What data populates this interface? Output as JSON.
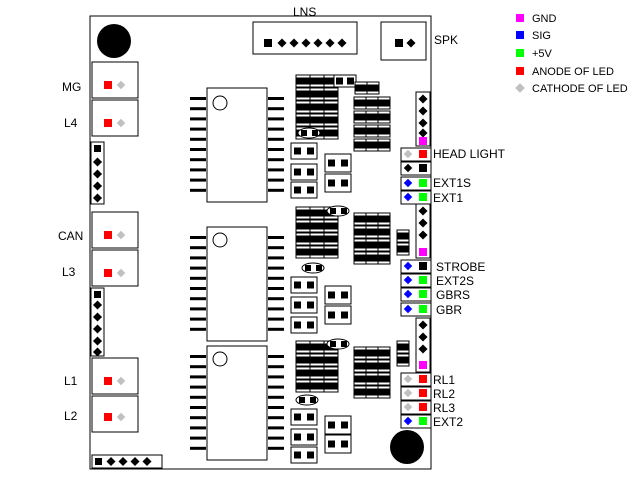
{
  "top_labels": {
    "lns": "LNS",
    "spk": "SPK"
  },
  "left_labels": [
    "MG",
    "L4",
    "CAN",
    "L3",
    "L1",
    "L2"
  ],
  "right_labels": [
    "HEAD LIGHT",
    "EXT1S",
    "EXT1",
    "STROBE",
    "EXT2S",
    "GBRS",
    "GBR",
    "RL1",
    "RL2",
    "RL3",
    "EXT2"
  ],
  "legend": [
    {
      "label": "GND",
      "color": "#ff00ff",
      "shape": "square"
    },
    {
      "label": "SIG",
      "color": "#0000ff",
      "shape": "square"
    },
    {
      "label": "+5V",
      "color": "#00ff00",
      "shape": "square"
    },
    {
      "label": "ANODE OF LED",
      "color": "#ff0000",
      "shape": "square"
    },
    {
      "label": "CATHODE OF LED",
      "color": "#c0c0c0",
      "shape": "diamond"
    }
  ],
  "colors": {
    "gnd": "#ff00ff",
    "sig": "#0000ff",
    "vcc": "#00ff00",
    "anode": "#ff0000",
    "cathode": "#c0c0c0"
  }
}
